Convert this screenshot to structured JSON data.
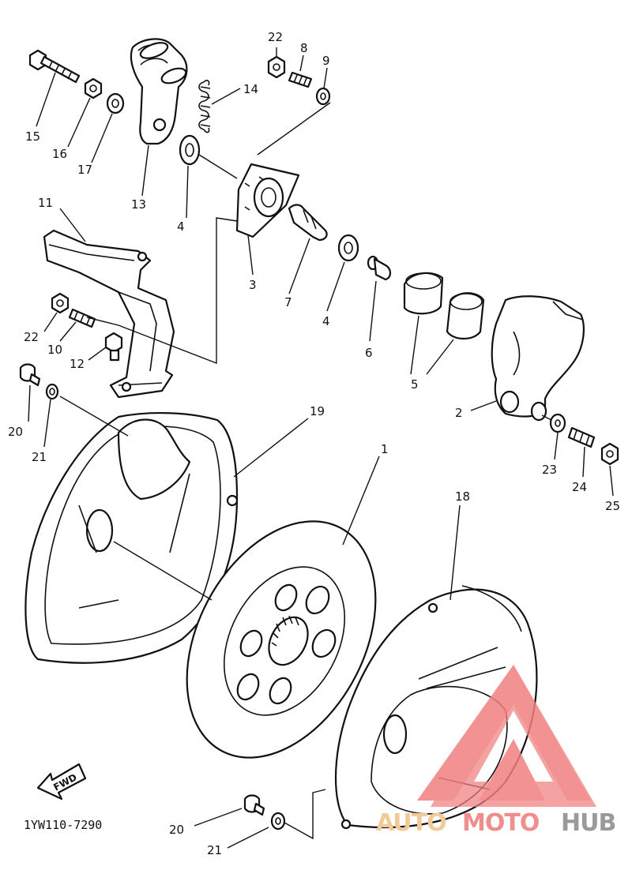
{
  "diagram": {
    "part_code": "1YW110-7290",
    "fwd_label": "FWD",
    "callouts": [
      {
        "id": "c22a",
        "text": "22"
      },
      {
        "id": "c8",
        "text": "8"
      },
      {
        "id": "c9",
        "text": "9"
      },
      {
        "id": "c14",
        "text": "14"
      },
      {
        "id": "c15",
        "text": "15"
      },
      {
        "id": "c16",
        "text": "16"
      },
      {
        "id": "c17",
        "text": "17"
      },
      {
        "id": "c13",
        "text": "13"
      },
      {
        "id": "c4a",
        "text": "4"
      },
      {
        "id": "c11",
        "text": "11"
      },
      {
        "id": "c3",
        "text": "3"
      },
      {
        "id": "c7",
        "text": "7"
      },
      {
        "id": "c4b",
        "text": "4"
      },
      {
        "id": "c6",
        "text": "6"
      },
      {
        "id": "c5",
        "text": "5"
      },
      {
        "id": "c22b",
        "text": "22"
      },
      {
        "id": "c10",
        "text": "10"
      },
      {
        "id": "c12",
        "text": "12"
      },
      {
        "id": "c20a",
        "text": "20"
      },
      {
        "id": "c21a",
        "text": "21"
      },
      {
        "id": "c2",
        "text": "2"
      },
      {
        "id": "c23",
        "text": "23"
      },
      {
        "id": "c24",
        "text": "24"
      },
      {
        "id": "c25",
        "text": "25"
      },
      {
        "id": "c19",
        "text": "19"
      },
      {
        "id": "c1",
        "text": "1"
      },
      {
        "id": "c18",
        "text": "18"
      },
      {
        "id": "c20b",
        "text": "20"
      },
      {
        "id": "c21b",
        "text": "21"
      }
    ]
  },
  "watermark": {
    "part1": "AUTO",
    "part2": "MOTO",
    "part3": "HUB",
    "color_triangle": "#f07f7f",
    "color_auto": "#f2c998",
    "color_moto": "#f08e8e",
    "color_hub": "#9a9a9a"
  }
}
